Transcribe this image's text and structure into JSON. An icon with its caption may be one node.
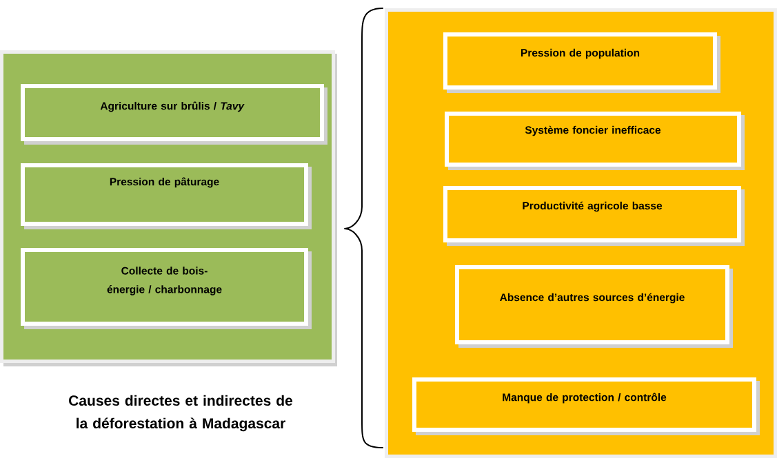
{
  "diagram": {
    "title": "Causes directes et indirectes de la déforestation à Madagascar",
    "nodes": [
      {
        "text": [],
        "shape": "box"
      },
      {
        "text": [
          "Agriculture sur brûlis / *Tavy*"
        ],
        "in": 0
      },
      {
        "text": [
          "Pression de pâturage"
        ],
        "in": 0
      },
      {
        "text": [
          "Collecte de bois-énergie / charbonnage"
        ],
        "in": 0
      },
      {
        "text": [],
        "shape": "box"
      },
      {
        "text": [
          "Pression de population"
        ],
        "in": 4
      },
      {
        "text": [
          "Système foncier inefficace"
        ],
        "in": 4
      },
      {
        "text": [
          "Productivité agricole basse"
        ],
        "in": 4
      },
      {
        "text": [
          "Absence d’autres sources d’énergie"
        ],
        "in": 4
      },
      {
        "text": [
          "Manque de protection / contrôle"
        ],
        "in": 4
      }
    ],
    "edges": []
  }
}
